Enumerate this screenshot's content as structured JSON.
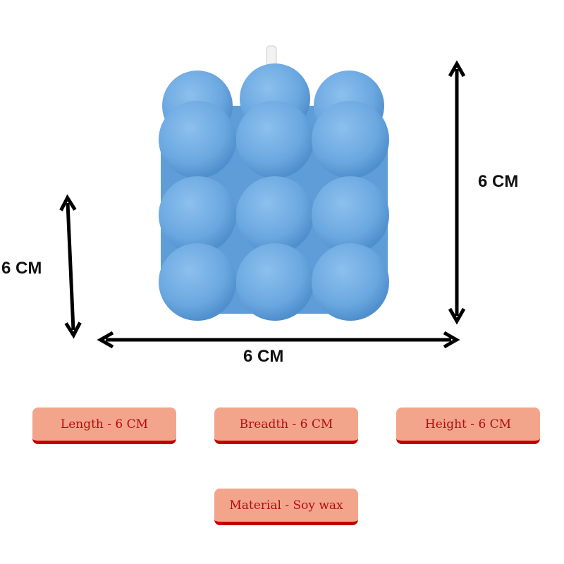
{
  "dimensions": {
    "height_right": "6 CM",
    "depth_left": "6 CM",
    "width_bottom": "6 CM"
  },
  "tags": [
    {
      "label": "Length - 6 CM"
    },
    {
      "label": "Breadth - 6 CM"
    },
    {
      "label": "Height - 6 CM"
    },
    {
      "label": "Material - Soy wax"
    }
  ],
  "colors": {
    "candle": "#6fabe3",
    "tag_bg": "#f3a58b",
    "tag_text": "#b50d0d",
    "tag_border": "#c00000"
  }
}
